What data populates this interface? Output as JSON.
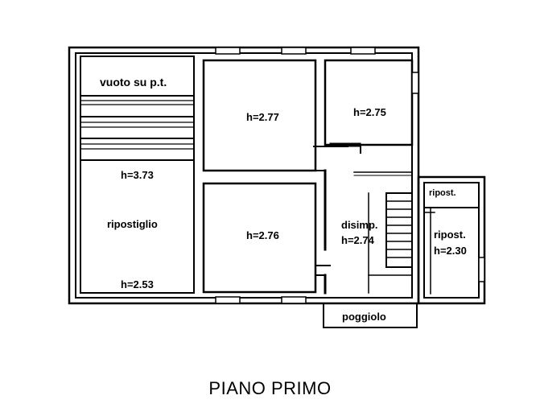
{
  "plan": {
    "title": "PIANO PRIMO",
    "labels": {
      "vuoto": "vuoto su p.t.",
      "h_373": "h=3.73",
      "ripostiglio": "ripostiglio",
      "h_253": "h=2.53",
      "h_277": "h=2.77",
      "h_275": "h=2.75",
      "h_276": "h=2.76",
      "disimp": "disimp.",
      "h_274": "h=2.74",
      "ripost_top": "ripost.",
      "ripost": "ripost.",
      "h_230": "h=2.30",
      "poggiolo": "poggiolo"
    }
  }
}
